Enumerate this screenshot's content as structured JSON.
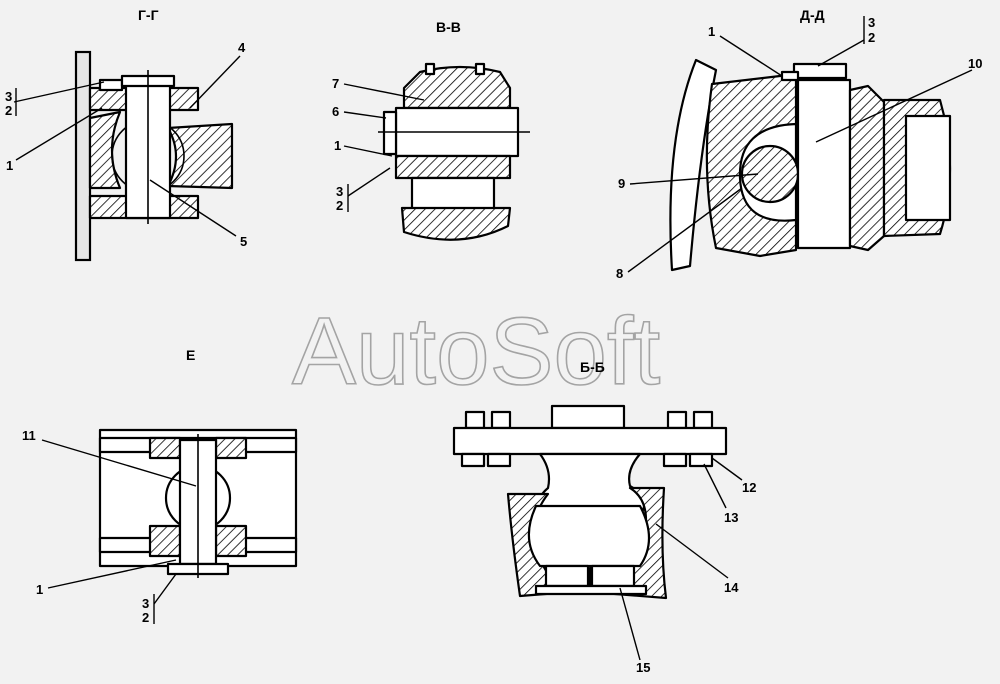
{
  "watermark": "AutoSoft",
  "views": {
    "gg": {
      "title": "Г-Г"
    },
    "vv": {
      "title": "В-В"
    },
    "dd": {
      "title": "Д-Д"
    },
    "e": {
      "title": "Е"
    },
    "bb": {
      "title": "Б-Б"
    }
  },
  "callouts": {
    "gg": [
      "3",
      "2",
      "1",
      "4",
      "5"
    ],
    "vv": [
      "7",
      "6",
      "1",
      "3",
      "2"
    ],
    "dd": [
      "1",
      "3",
      "2",
      "10",
      "9",
      "8"
    ],
    "e": [
      "11",
      "1",
      "3",
      "2"
    ],
    "bb": [
      "12",
      "13",
      "14",
      "15"
    ]
  }
}
